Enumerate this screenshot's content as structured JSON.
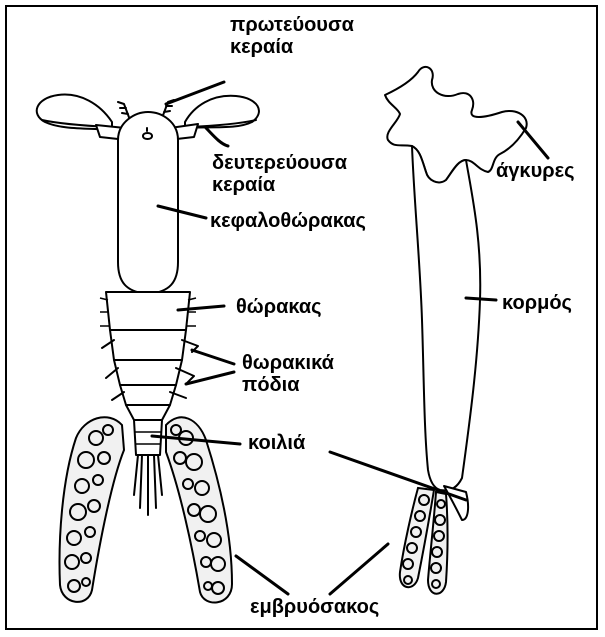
{
  "labels": {
    "first_antenna_line1": "πρωτεύουσα",
    "first_antenna_line2": "κεραία",
    "second_antenna_line1": "δευτερεύουσα",
    "second_antenna_line2": "κεραία",
    "cephalothorax": "κεφαλοθώρακας",
    "thorax": "θώρακας",
    "thoracic_legs_line1": "θωρακικά",
    "thoracic_legs_line2": "πόδια",
    "abdomen": "κοιλιά",
    "egg_sacs": "εμβρυόσακος",
    "anchors": "άγκυρες",
    "trunk": "κορμός"
  },
  "colors": {
    "ink": "#000000",
    "paper": "#ffffff",
    "egg_fill": "#f1f1f1"
  }
}
